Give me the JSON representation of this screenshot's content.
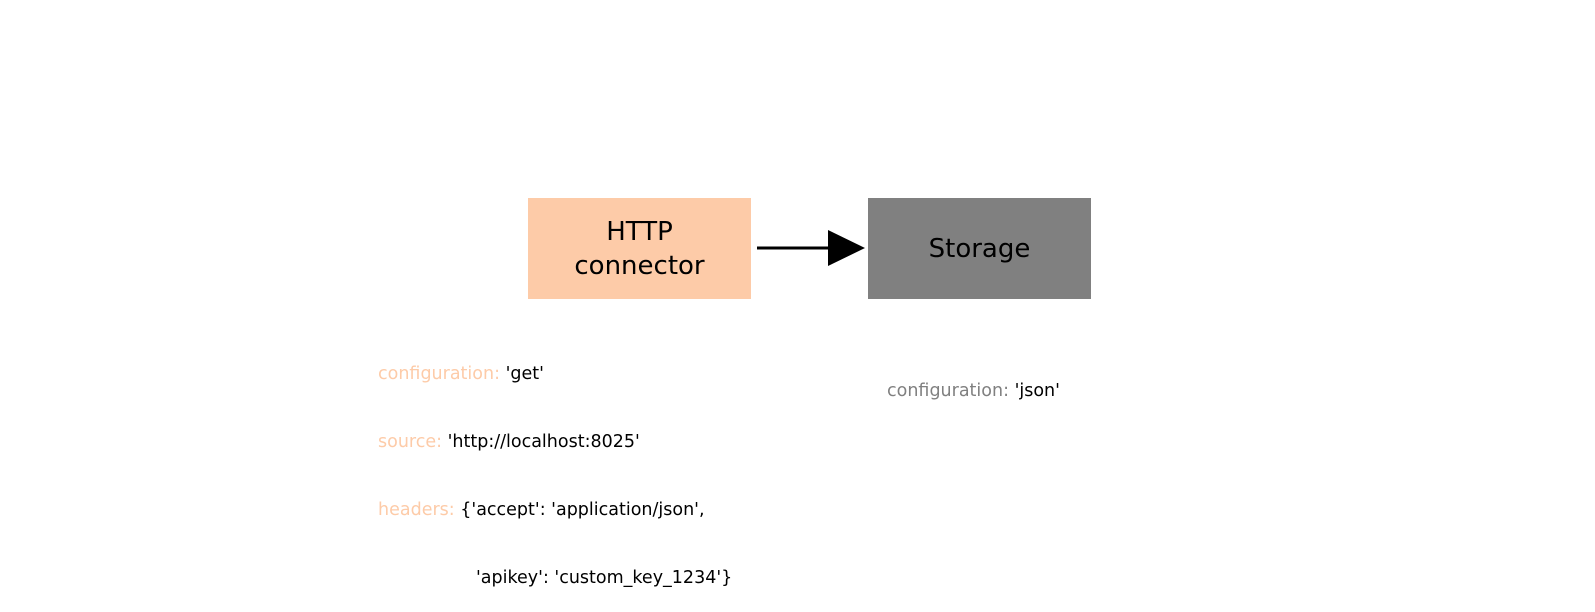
{
  "colors": {
    "http_connector": "#fdcba8",
    "storage": "#808080",
    "arrow": "#000000",
    "value_text": "#000000"
  },
  "nodes": {
    "http": {
      "line1": "HTTP",
      "line2": "connector"
    },
    "storage": {
      "label": "Storage"
    }
  },
  "http_params": {
    "configuration_key": "configuration:",
    "configuration_value": "'get'",
    "source_key": "source:",
    "source_value": "'http://localhost:8025'",
    "headers_key": "headers:",
    "headers_value_line1": "{'accept': 'application/json',",
    "headers_value_line2": "'apikey': 'custom_key_1234'}"
  },
  "storage_params": {
    "configuration_key": "configuration:",
    "configuration_value": "'json'"
  },
  "edges": [
    {
      "from": "http",
      "to": "storage",
      "style": "arrow"
    }
  ]
}
